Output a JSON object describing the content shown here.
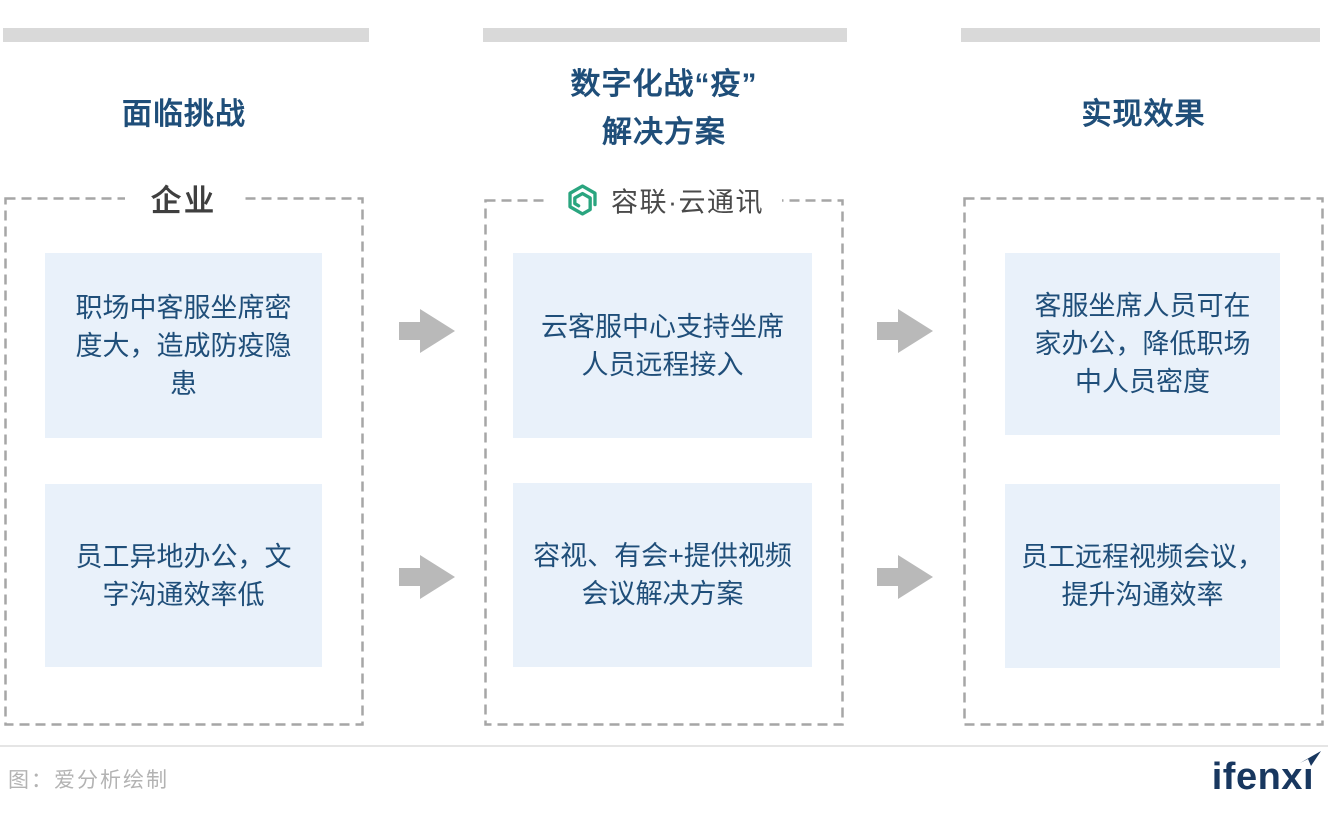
{
  "columns": [
    {
      "title": "面临挑战",
      "entity": "企业",
      "boxes": [
        "职场中客服坐席密\n度大，造成防疫隐\n患",
        "员工异地办公，文\n字沟通效率低"
      ]
    },
    {
      "title": "数字化战“疫”\n解决方案",
      "entity": "容联·云通讯",
      "boxes": [
        "云客服中心支持坐席\n人员远程接入",
        "容视、有会+提供视频\n会议解决方案"
      ]
    },
    {
      "title": "实现效果",
      "boxes": [
        "客服坐席人员可在\n家办公，降低职场\n中人员密度",
        "员工远程视频会议，\n提升沟通效率"
      ]
    }
  ],
  "footer": {
    "caption": "图：爱分析绘制"
  },
  "brand": {
    "name": "ifenxi",
    "prefix": "ifenx",
    "last_letter": "ı"
  },
  "icons": {
    "logo": "ronglian-hexagon-spiral-icon",
    "arrow": "arrow-right-icon",
    "brand_accent": "arrow-up-right-icon"
  },
  "colors": {
    "navy_text": "#1F4E79",
    "box_bg": "#E9F1FA",
    "bar_gray": "#D9D9D9",
    "dash_gray": "#A6A6A6",
    "arrow_gray": "#B9B9B9",
    "logo_green": "#2AA57F",
    "entity_gray": "#3F3F3F",
    "caption_gray": "#B3B3B3",
    "brand_navy": "#18375F"
  }
}
